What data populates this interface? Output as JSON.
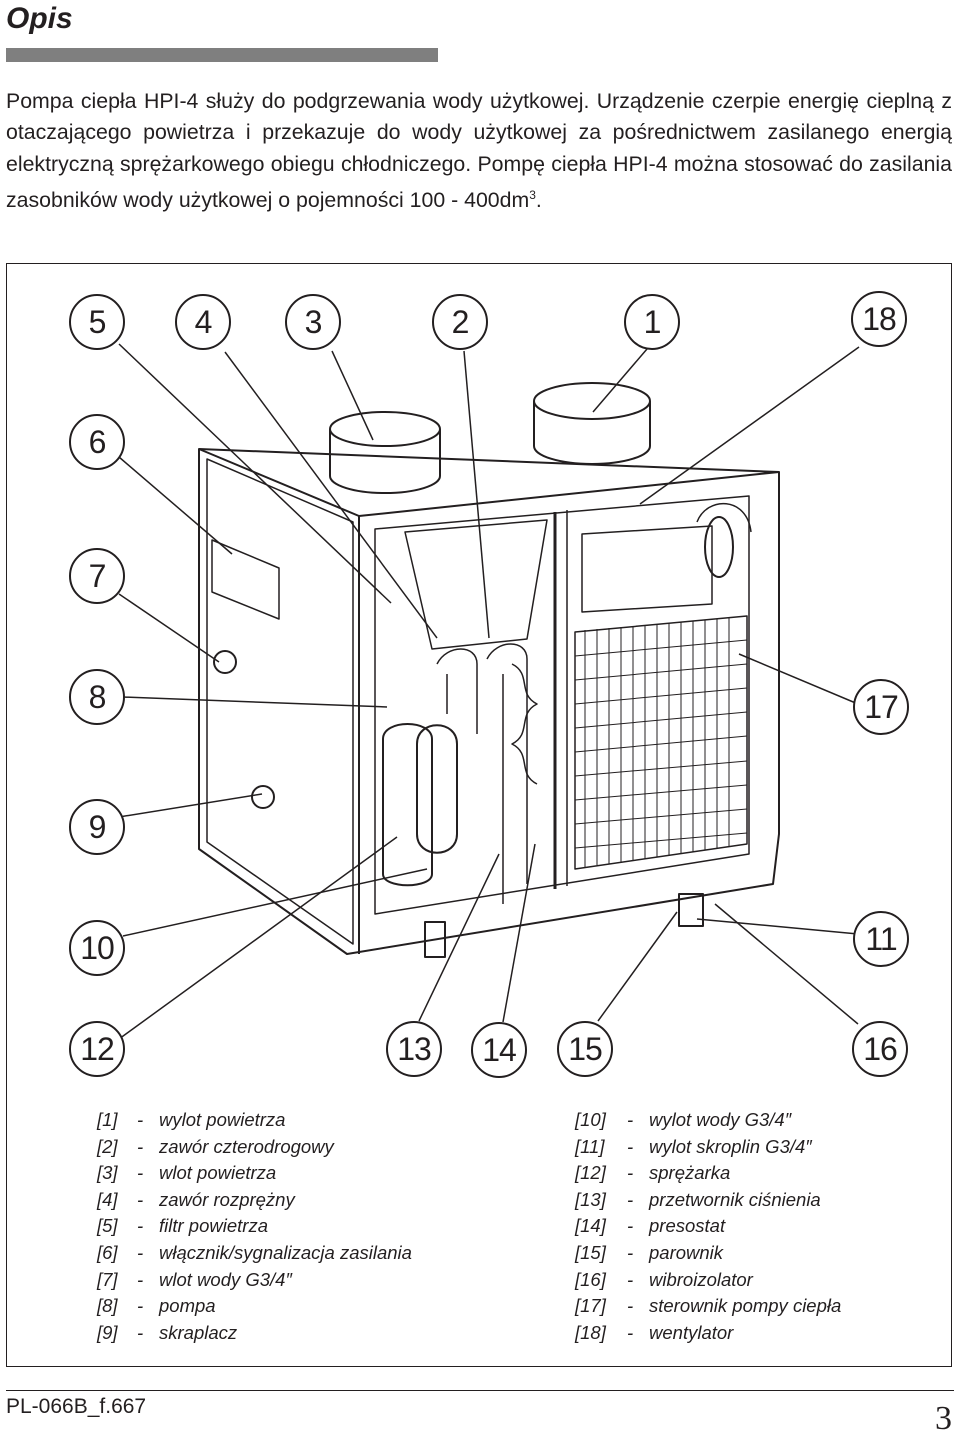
{
  "section_title": "Opis",
  "intro_text": "Pompa ciepła HPI-4 służy do podgrzewania wody użytkowej. Urządzenie czerpie energię cieplną z otaczającego powietrza i przekazuje do wody użytkowej za pośrednictwem zasilanego energią elektryczną sprężarkowego obiegu chłodniczego. Pompę ciepła HPI-4 można stosować do zasilania zasobników wody użytkowej o pojemności 100 - 400dm",
  "intro_superscript": "3",
  "intro_end": ".",
  "callouts": [
    "1",
    "2",
    "3",
    "4",
    "5",
    "6",
    "7",
    "8",
    "9",
    "10",
    "11",
    "12",
    "13",
    "14",
    "15",
    "16",
    "17",
    "18"
  ],
  "legend_left": [
    {
      "num": "[1]",
      "dash": "-",
      "label": "wylot powietrza"
    },
    {
      "num": "[2]",
      "dash": "-",
      "label": "zawór czterodrogowy"
    },
    {
      "num": "[3]",
      "dash": "-",
      "label": "wlot powietrza"
    },
    {
      "num": "[4]",
      "dash": "-",
      "label": "zawór rozprężny"
    },
    {
      "num": "[5]",
      "dash": "-",
      "label": "filtr powietrza"
    },
    {
      "num": "[6]",
      "dash": "-",
      "label": "włącznik/sygnalizacja zasilania"
    },
    {
      "num": "[7]",
      "dash": "-",
      "label": "wlot wody G3/4″"
    },
    {
      "num": "[8]",
      "dash": "-",
      "label": "pompa"
    },
    {
      "num": "[9]",
      "dash": "-",
      "label": "skraplacz"
    }
  ],
  "legend_right": [
    {
      "num": "[10]",
      "dash": "-",
      "label": "wylot wody G3/4″"
    },
    {
      "num": "[11]",
      "dash": "-",
      "label": "wylot skroplin G3/4″"
    },
    {
      "num": "[12]",
      "dash": "-",
      "label": "sprężarka"
    },
    {
      "num": "[13]",
      "dash": "-",
      "label": "przetwornik ciśnienia"
    },
    {
      "num": "[14]",
      "dash": "-",
      "label": "presostat"
    },
    {
      "num": "[15]",
      "dash": "-",
      "label": "parownik"
    },
    {
      "num": "[16]",
      "dash": "-",
      "label": "wibroizolator"
    },
    {
      "num": "[17]",
      "dash": "-",
      "label": "sterownik pompy ciepła"
    },
    {
      "num": "[18]",
      "dash": "-",
      "label": "wentylator"
    }
  ],
  "footer_code": "PL-066B_f.667",
  "page_number": "3"
}
